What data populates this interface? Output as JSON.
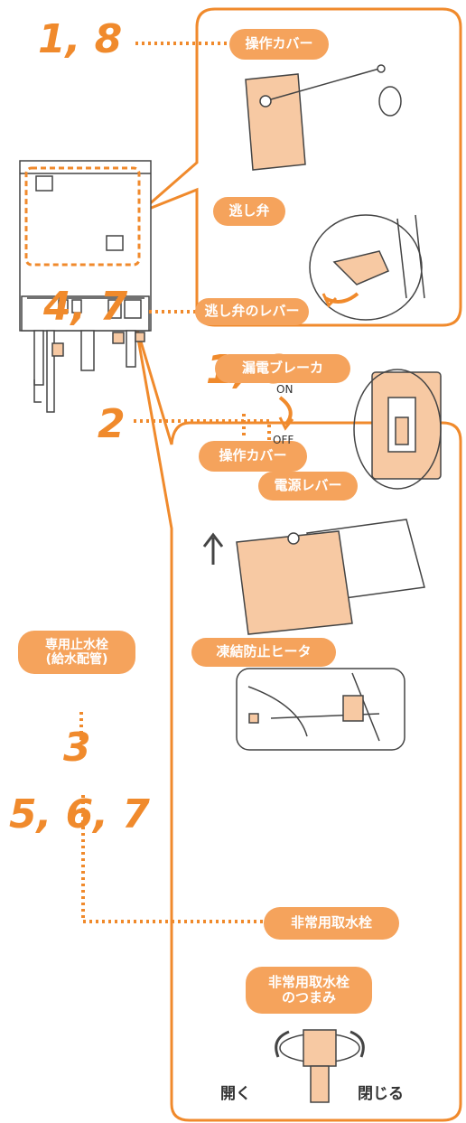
{
  "colors": {
    "accent": "#f08a2c",
    "pill": "#f5a35c",
    "line": "#444444",
    "panel_fill": "#f7c9a3"
  },
  "step_numbers": {
    "operation_cover_top": "1, 8",
    "relief_valve_lever": "4, 7",
    "breaker_lever": "2",
    "operation_cover_bottom": "1, 8",
    "stop_valve": "3",
    "drain_cock": "5, 6, 7"
  },
  "labels": {
    "operation_cover_top": "操作カバー",
    "relief_valve": "逃し弁",
    "relief_valve_lever": "逃し弁のレバー",
    "breaker": "漏電ブレーカ",
    "on": "ON",
    "off": "OFF",
    "power_lever": "電源レバー",
    "operation_cover_bottom": "操作カバー",
    "stop_valve_line1": "専用止水栓",
    "stop_valve_line2": "(給水配管)",
    "freeze_heater": "凍結防止ヒータ",
    "drain_cock": "非常用取水栓",
    "drain_knob_line1": "非常用取水栓",
    "drain_knob_line2": "のつまみ",
    "open": "開く",
    "close": "閉じる"
  },
  "icons": [
    "water-heater-unit",
    "operation-cover-icon",
    "relief-valve-icon",
    "breaker-icon",
    "cover-removal-icon",
    "freeze-heater-icon",
    "drain-knob-icon",
    "rotate-arrow-icon"
  ]
}
